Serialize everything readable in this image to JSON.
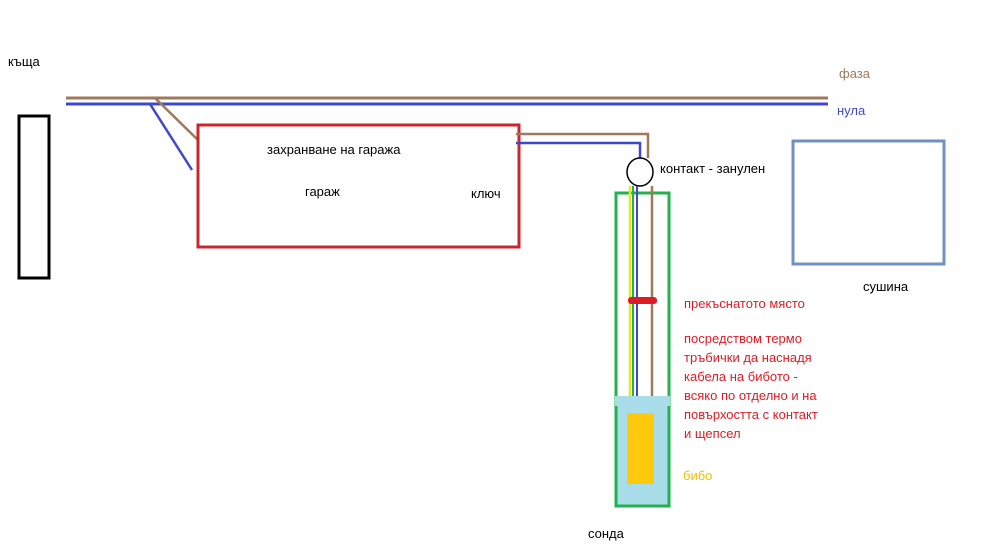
{
  "labels": {
    "house": "къща",
    "phase": "фаза",
    "neutral": "нула",
    "garage_supply": "захранване на гаража",
    "garage": "гараж",
    "switch": "ключ",
    "socket": "контакт - занулен",
    "dryer": "сушина",
    "cut_point": "прекъснатото място",
    "instructions": "посредством термо\nтръбички да наснадя\nкабела на бибото -\nвсяко по отделно и на\nповърхостта с контакт\nи щепсел",
    "pump": "бибо",
    "borehole": "сонда"
  },
  "colors": {
    "phase_wire": "#a0785a",
    "neutral_wire": "#3f48cc",
    "garage_box": "#c8282d",
    "borehole_outline": "#22b14c",
    "water": "#a8dde9",
    "pump": "#ffc90e",
    "dryer_box": "#7092be",
    "earth_wire_yellow": "#e6e62a",
    "earth_wire_green": "#22b14c",
    "note_text": "#e01b24",
    "pump_label": "#f0c000",
    "phase_label": "#a0785a",
    "neutral_label": "#3f48cc"
  }
}
